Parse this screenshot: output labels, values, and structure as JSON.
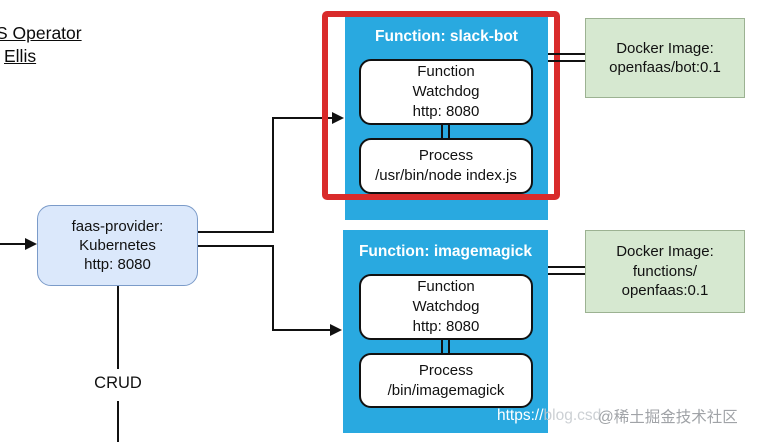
{
  "links": {
    "line1": "S Operator",
    "line2": "Ellis"
  },
  "provider": {
    "line1": "faas-provider:",
    "line2": "Kubernetes",
    "line3": "http: 8080"
  },
  "crud": {
    "label": "CRUD"
  },
  "function1": {
    "title": "Function: slack-bot",
    "watchdog_line1": "Function",
    "watchdog_line2": "Watchdog",
    "watchdog_line3": "http: 8080",
    "process_line1": "Process",
    "process_line2": "/usr/bin/node index.js",
    "docker_line1": "Docker Image:",
    "docker_line2": "openfaas/bot:0.1"
  },
  "function2": {
    "title": "Function: imagemagick",
    "watchdog_line1": "Function",
    "watchdog_line2": "Watchdog",
    "watchdog_line3": "http: 8080",
    "process_line1": "Process",
    "process_line2": "/bin/imagemagick",
    "docker_line1": "Docker Image:",
    "docker_line2": "functions/",
    "docker_line3": "openfaas:0.1"
  },
  "watermark": {
    "url_on_blue": "https://",
    "url_on_white": "blog.csd",
    "community": "@稀土掘金技术社区"
  },
  "colors": {
    "function_blue": "#29a9e0",
    "provider_fill": "#dbe8fb",
    "provider_border": "#7b9bc9",
    "docker_fill": "#d6e8d0",
    "docker_border": "#9cb292",
    "highlight_red": "#d92b2b",
    "line_black": "#111111"
  }
}
